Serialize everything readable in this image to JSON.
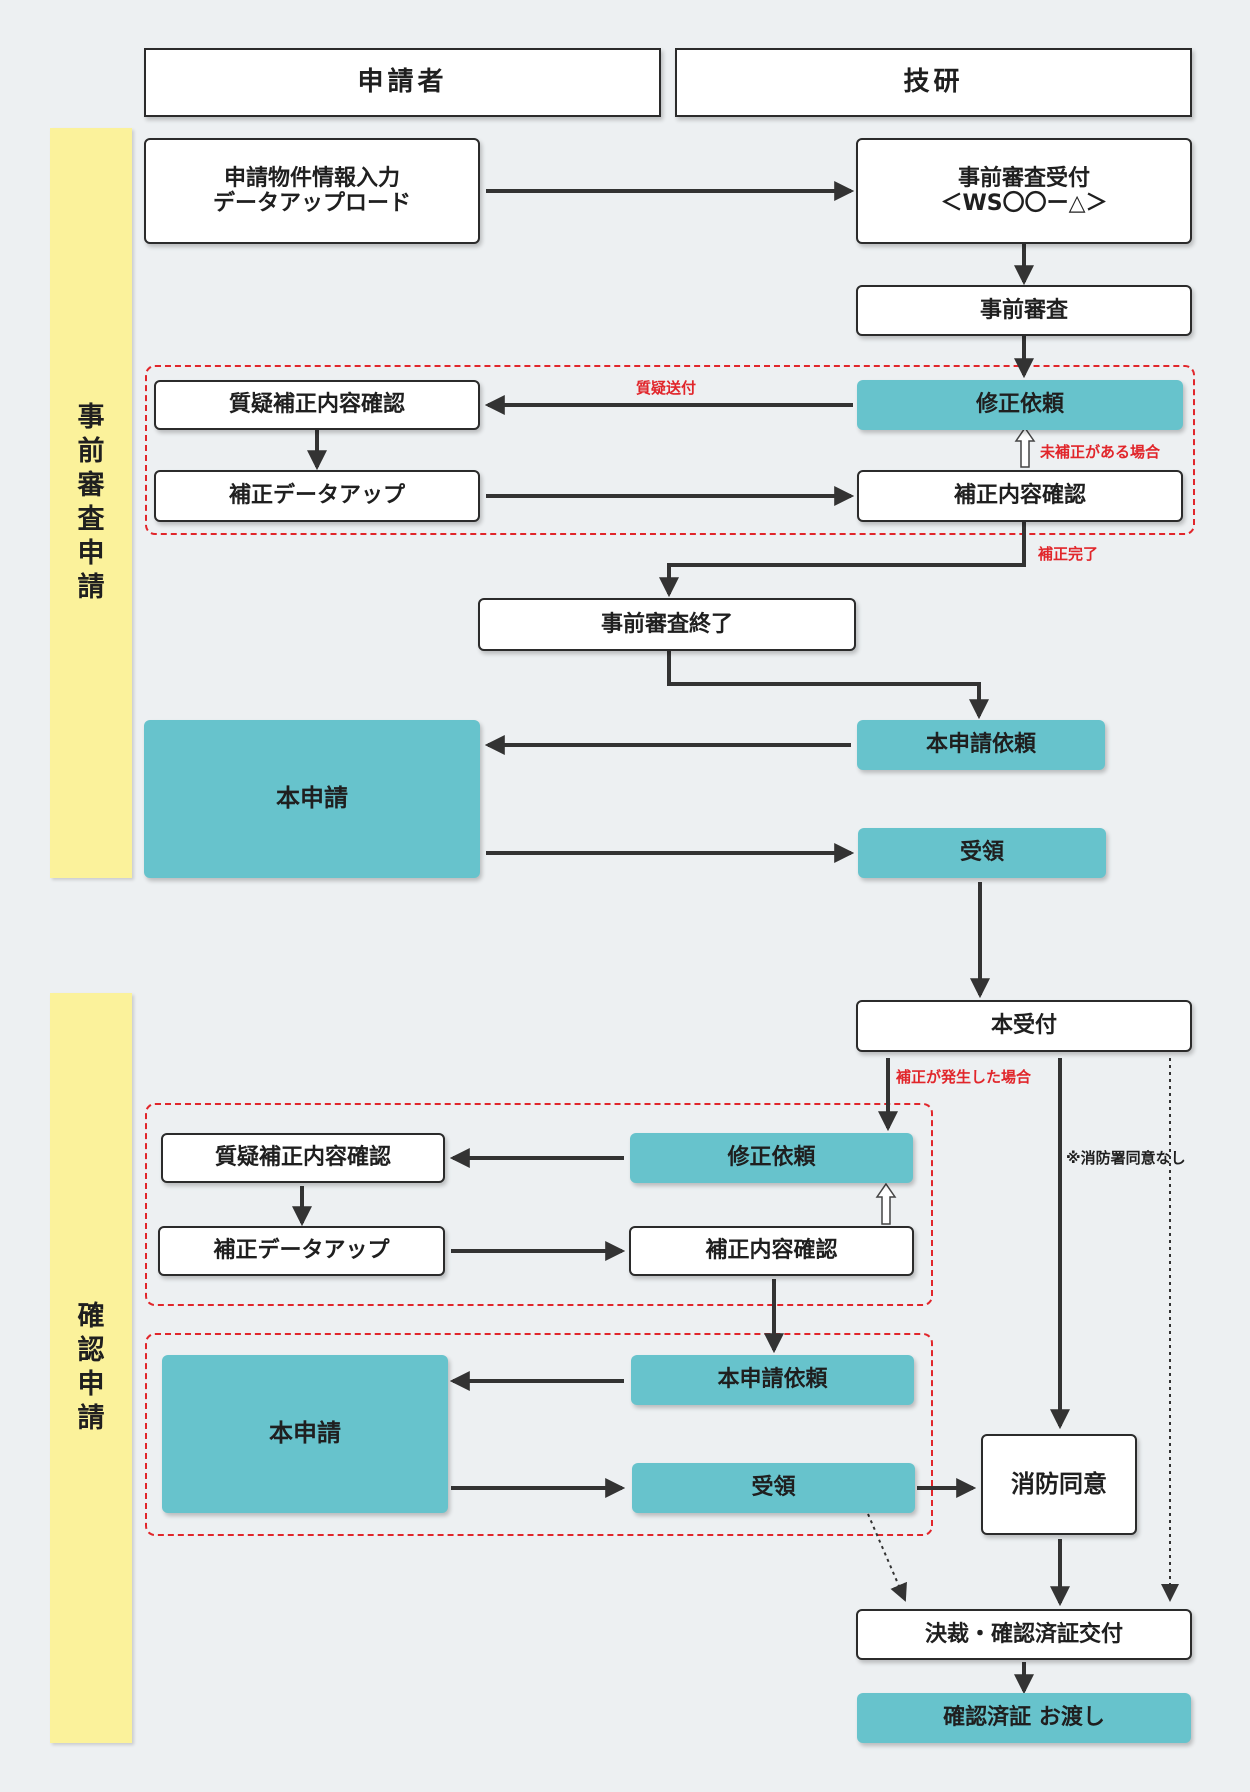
{
  "headers": {
    "applicant": "申請者",
    "giken": "技研"
  },
  "phases": {
    "pre": [
      "事",
      "前",
      "審",
      "査",
      "申",
      "請"
    ],
    "confirm": [
      "確",
      "認",
      "申",
      "請"
    ]
  },
  "pre": {
    "input_line1": "申請物件情報入力",
    "input_line2": "データアップロード",
    "reception_line1": "事前審査受付",
    "reception_line2": "＜WS〇〇ー△＞",
    "review": "事前審査",
    "question_check": "質疑補正内容確認",
    "question_send": "質疑送付",
    "fix_request": "修正依頼",
    "unfixed_case": "未補正がある場合",
    "data_upload": "補正データアップ",
    "correction_check": "補正内容確認",
    "correction_done": "補正完了",
    "review_end": "事前審査終了",
    "main_request": "本申請依頼",
    "main_apply": "本申請",
    "receipt": "受領"
  },
  "confirm": {
    "main_reception": "本受付",
    "correction_occurs": "補正が発生した場合",
    "fix_request": "修正依頼",
    "question_check": "質疑補正内容確認",
    "data_upload": "補正データアップ",
    "correction_check": "補正内容確認",
    "main_request": "本申請依頼",
    "main_apply": "本申請",
    "receipt": "受領",
    "fire_consent": "消防同意",
    "no_fire_note": "※消防署同意なし",
    "decision": "決裁・確認済証交付",
    "handover": "確認済証 お渡し"
  },
  "colors": {
    "teal": "#67c3cc",
    "phase_yellow": "#fbf29b",
    "dash_red": "#e1262b",
    "arrow": "#333333"
  }
}
